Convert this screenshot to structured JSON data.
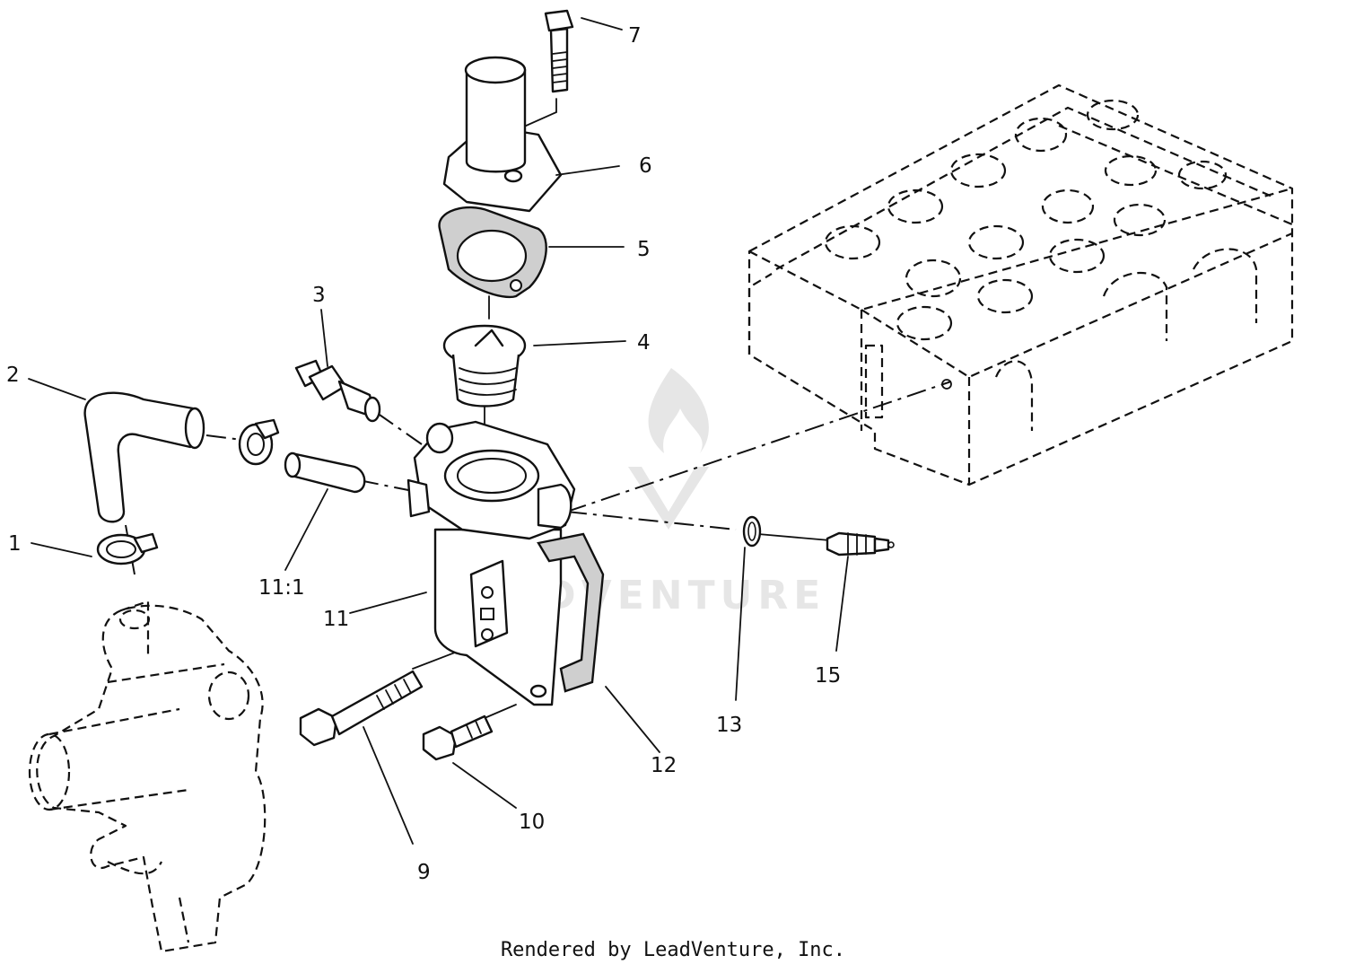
{
  "callouts": {
    "c1": "1",
    "c2": "2",
    "c3": "3",
    "c4": "4",
    "c5": "5",
    "c6": "6",
    "c7": "7",
    "c9": "9",
    "c10": "10",
    "c11": "11",
    "c11_1": "11:1",
    "c12": "12",
    "c13": "13",
    "c15": "15"
  },
  "watermark": "LEADVENTURE",
  "footer": "Rendered by LeadVenture, Inc."
}
